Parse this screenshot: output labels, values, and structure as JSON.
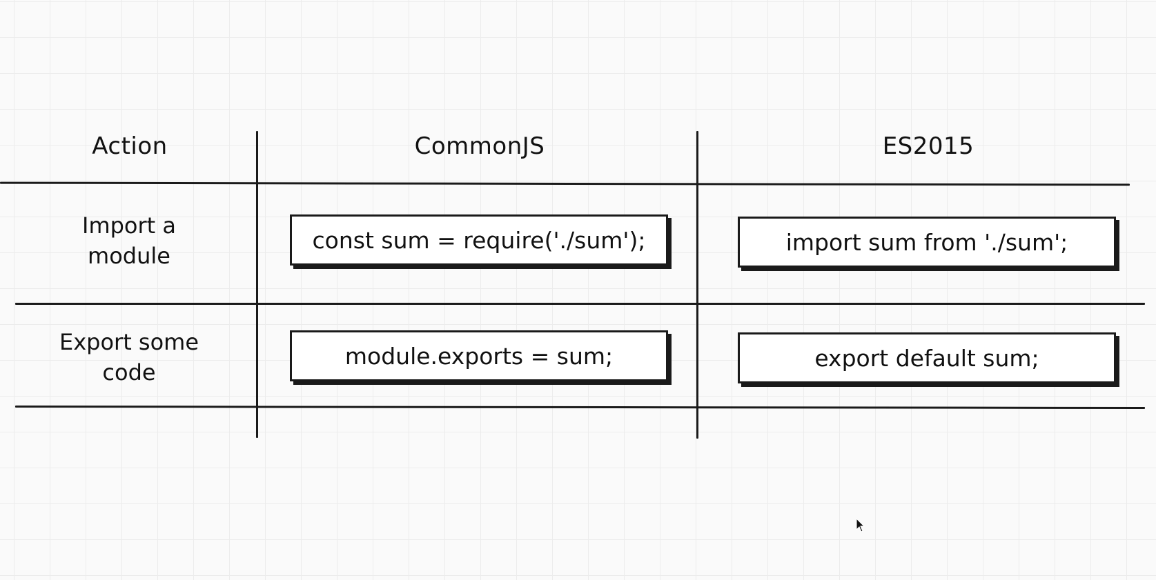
{
  "table": {
    "headers": [
      "Action",
      "CommonJS",
      "ES2015"
    ],
    "rows": [
      {
        "action": "Import a\nmodule",
        "commonjs": "const sum = require('./sum');",
        "es2015": "import sum from './sum';"
      },
      {
        "action": "Export some\ncode",
        "commonjs": "module.exports = sum;",
        "es2015": "export default sum;"
      }
    ]
  },
  "icons": {
    "cursor": "mouse-pointer-icon"
  },
  "colors": {
    "ink": "#1a1a1a",
    "background": "#fafafa",
    "grid": "#ececec",
    "box_fill": "#ffffff"
  }
}
